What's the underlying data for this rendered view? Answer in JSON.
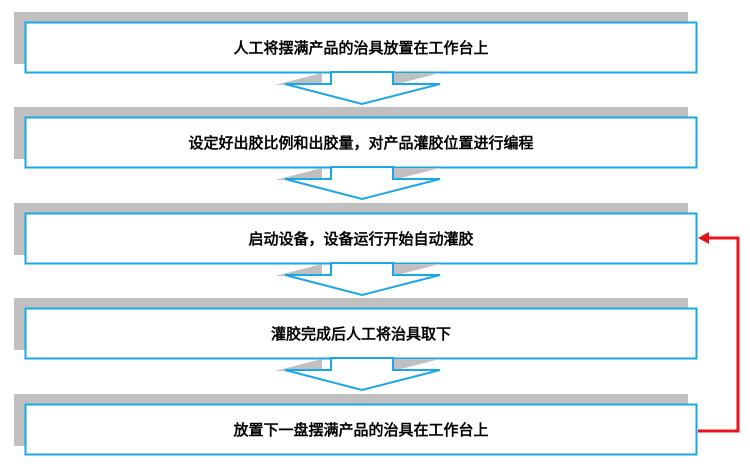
{
  "colors": {
    "box_border": "#1aa7e6",
    "shadow": "#c0c0c0",
    "loop_arrow": "#e8141b"
  },
  "steps": [
    {
      "label": "人工将摆满产品的治具放置在工作台上"
    },
    {
      "label": "设定好出胶比例和出胶量，对产品灌胶位置进行编程"
    },
    {
      "label": "启动设备，设备运行开始自动灌胶"
    },
    {
      "label": "灌胶完成后人工将治具取下"
    },
    {
      "label": "放置下一盘摆满产品的治具在工作台上"
    }
  ],
  "loop": {
    "from_step": 5,
    "to_step": 3
  }
}
